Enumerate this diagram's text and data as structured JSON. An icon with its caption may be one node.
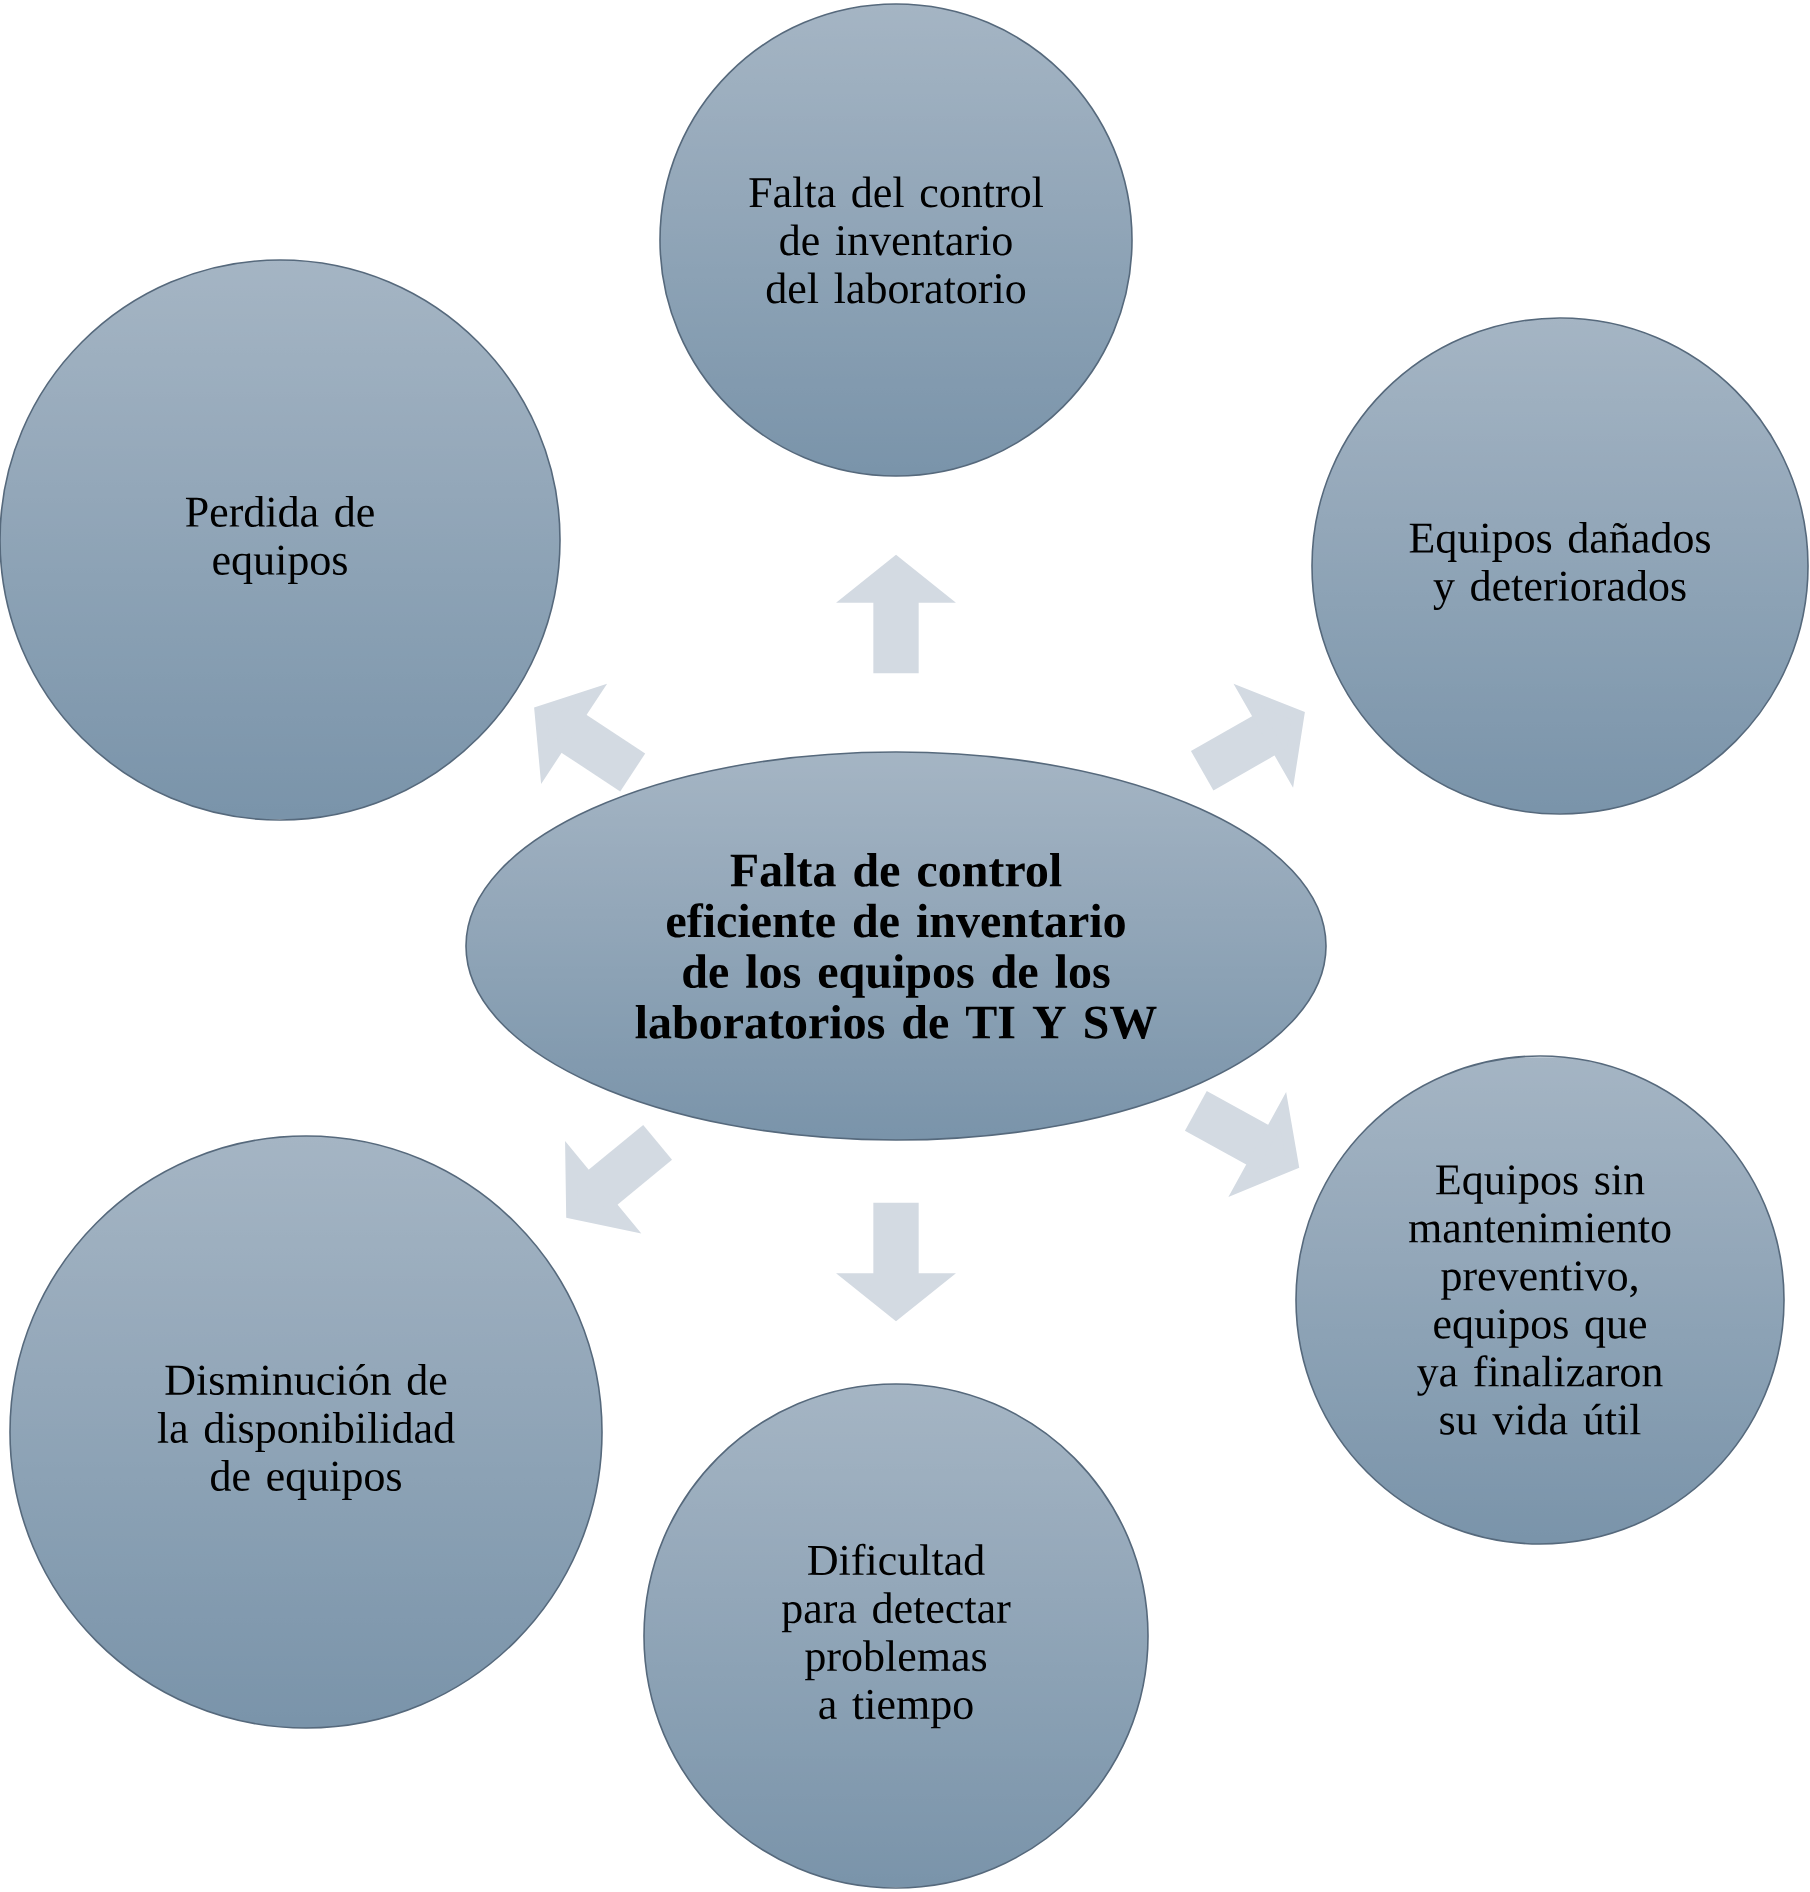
{
  "diagram": {
    "nodes": [
      {
        "text": [
          "**Falta de control eficiente de inventario de los equipos de los laboratorios de TI Y SW**"
        ]
      },
      {
        "text": [
          "Falta del control de inventario del laboratorio"
        ]
      },
      {
        "text": [
          "Equipos dañados y deteriorados"
        ]
      },
      {
        "text": [
          "Equipos sin mantenimiento preventivo, equipos que ya finalizaron su vida útil"
        ]
      },
      {
        "text": [
          "Dificultad para detectar problemas a tiempo"
        ]
      },
      {
        "text": [
          "Disminución de la disponibilidad de equipos"
        ]
      },
      {
        "text": [
          "Perdida de equipos"
        ]
      }
    ],
    "edges": [
      {
        "from": 0,
        "to": 1,
        "arrow": "to"
      },
      {
        "from": 0,
        "to": 2,
        "arrow": "to"
      },
      {
        "from": 0,
        "to": 3,
        "arrow": "to"
      },
      {
        "from": 0,
        "to": 4,
        "arrow": "to"
      },
      {
        "from": 0,
        "to": 5,
        "arrow": "to"
      },
      {
        "from": 0,
        "to": 6,
        "arrow": "to"
      }
    ]
  }
}
